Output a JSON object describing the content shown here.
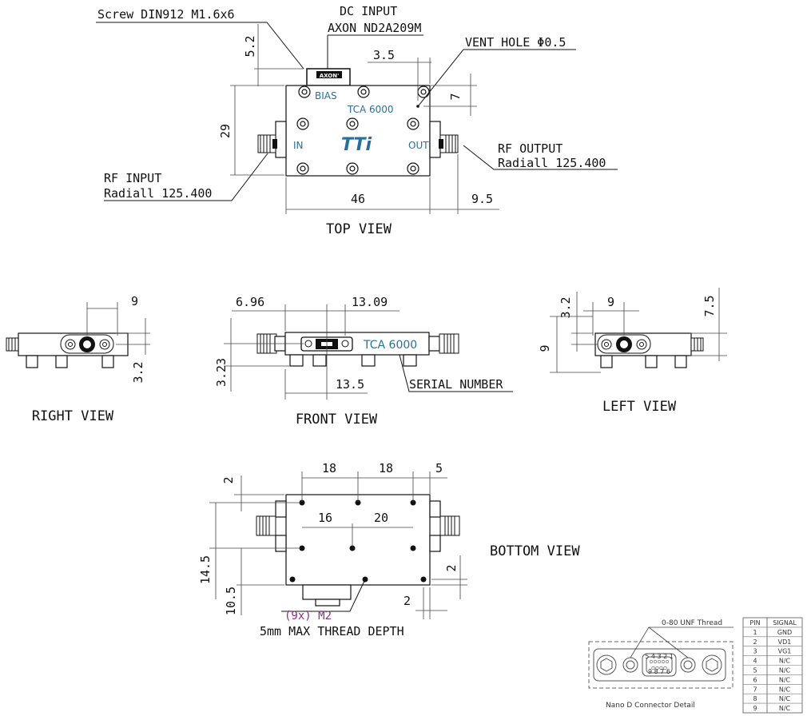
{
  "top_view": {
    "title": "TOP VIEW",
    "screw_label": "Screw DIN912 M1.6x6",
    "dc_input_line1": "DC INPUT",
    "dc_input_line2": "AXON ND2A209M",
    "vent_label": "VENT HOLE Φ0.5",
    "rf_output_line1": "RF OUTPUT",
    "rf_output_line2": "Radiall 125.400",
    "rf_input_line1": "RF INPUT",
    "rf_input_line2": "Radiall 125.400",
    "connector_brand": "AXON'",
    "bias": "BIAS",
    "model": "TCA 6000",
    "in": "IN",
    "out": "OUT",
    "logo": "TTi",
    "dims": {
      "d52": "5.2",
      "d35": "3.5",
      "d7": "7",
      "d29": "29",
      "d46": "46",
      "d95": "9.5"
    }
  },
  "right_view": {
    "title": "RIGHT VIEW",
    "dims": {
      "d9": "9",
      "d32": "3.2"
    }
  },
  "front_view": {
    "title": "FRONT VIEW",
    "model": "TCA 6000",
    "serial": "SERIAL NUMBER",
    "dims": {
      "d696": "6.96",
      "d1309": "13.09",
      "d323": "3.23",
      "d135": "13.5"
    }
  },
  "left_view": {
    "title": "LEFT VIEW",
    "dims": {
      "d32": "3.2",
      "d9h": "9",
      "d75": "7.5",
      "d9v": "9"
    }
  },
  "bottom_view": {
    "title": "BOTTOM VIEW",
    "thread_count": "(9x) M2",
    "thread_depth": "5mm MAX THREAD DEPTH",
    "dims": {
      "d18a": "18",
      "d18b": "18",
      "d5": "5",
      "d2a": "2",
      "d16": "16",
      "d20": "20",
      "d145": "14.5",
      "d105": "10.5",
      "d2b": "2",
      "d2c": "2"
    }
  },
  "connector_detail": {
    "thread": "0-80 UNF Thread",
    "caption": "Nano D Connector Detail",
    "pin_numbers_top": "5 4 3 2 1",
    "pin_numbers_bottom": "9 8 7 6"
  },
  "pin_table": {
    "headers": [
      "PIN",
      "SIGNAL"
    ],
    "rows": [
      [
        "1",
        "GND"
      ],
      [
        "2",
        "VD1"
      ],
      [
        "3",
        "VG1"
      ],
      [
        "4",
        "N/C"
      ],
      [
        "5",
        "N/C"
      ],
      [
        "6",
        "N/C"
      ],
      [
        "7",
        "N/C"
      ],
      [
        "8",
        "N/C"
      ],
      [
        "9",
        "N/C"
      ]
    ]
  }
}
